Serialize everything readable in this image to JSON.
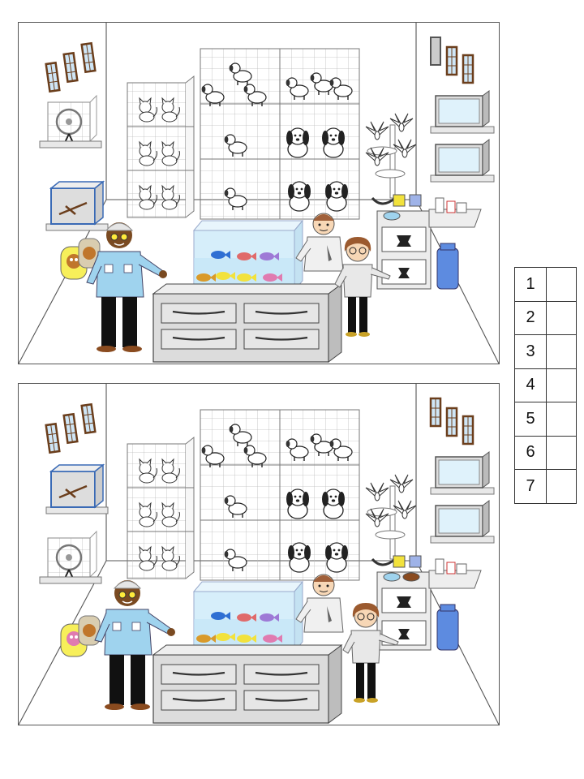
{
  "puzzle": {
    "type": "spot-the-difference",
    "scene": "pet shop",
    "answer_numbers": [
      "1",
      "2",
      "3",
      "4",
      "5",
      "6",
      "7"
    ],
    "answers": [
      "",
      "",
      "",
      "",
      "",
      "",
      ""
    ]
  },
  "colors": {
    "skin_dark": "#7a4a21",
    "skin_light": "#f7d7b6",
    "shirt_blue": "#9fd3ee",
    "fish_blue": "#2f6fd3",
    "fish_yellow": "#f2e23c",
    "water": "#d6eefa",
    "shelf_gray": "#d9d9d9",
    "backpack_yellow": "#f7ef5a",
    "jug_blue": "#5d8be0"
  }
}
